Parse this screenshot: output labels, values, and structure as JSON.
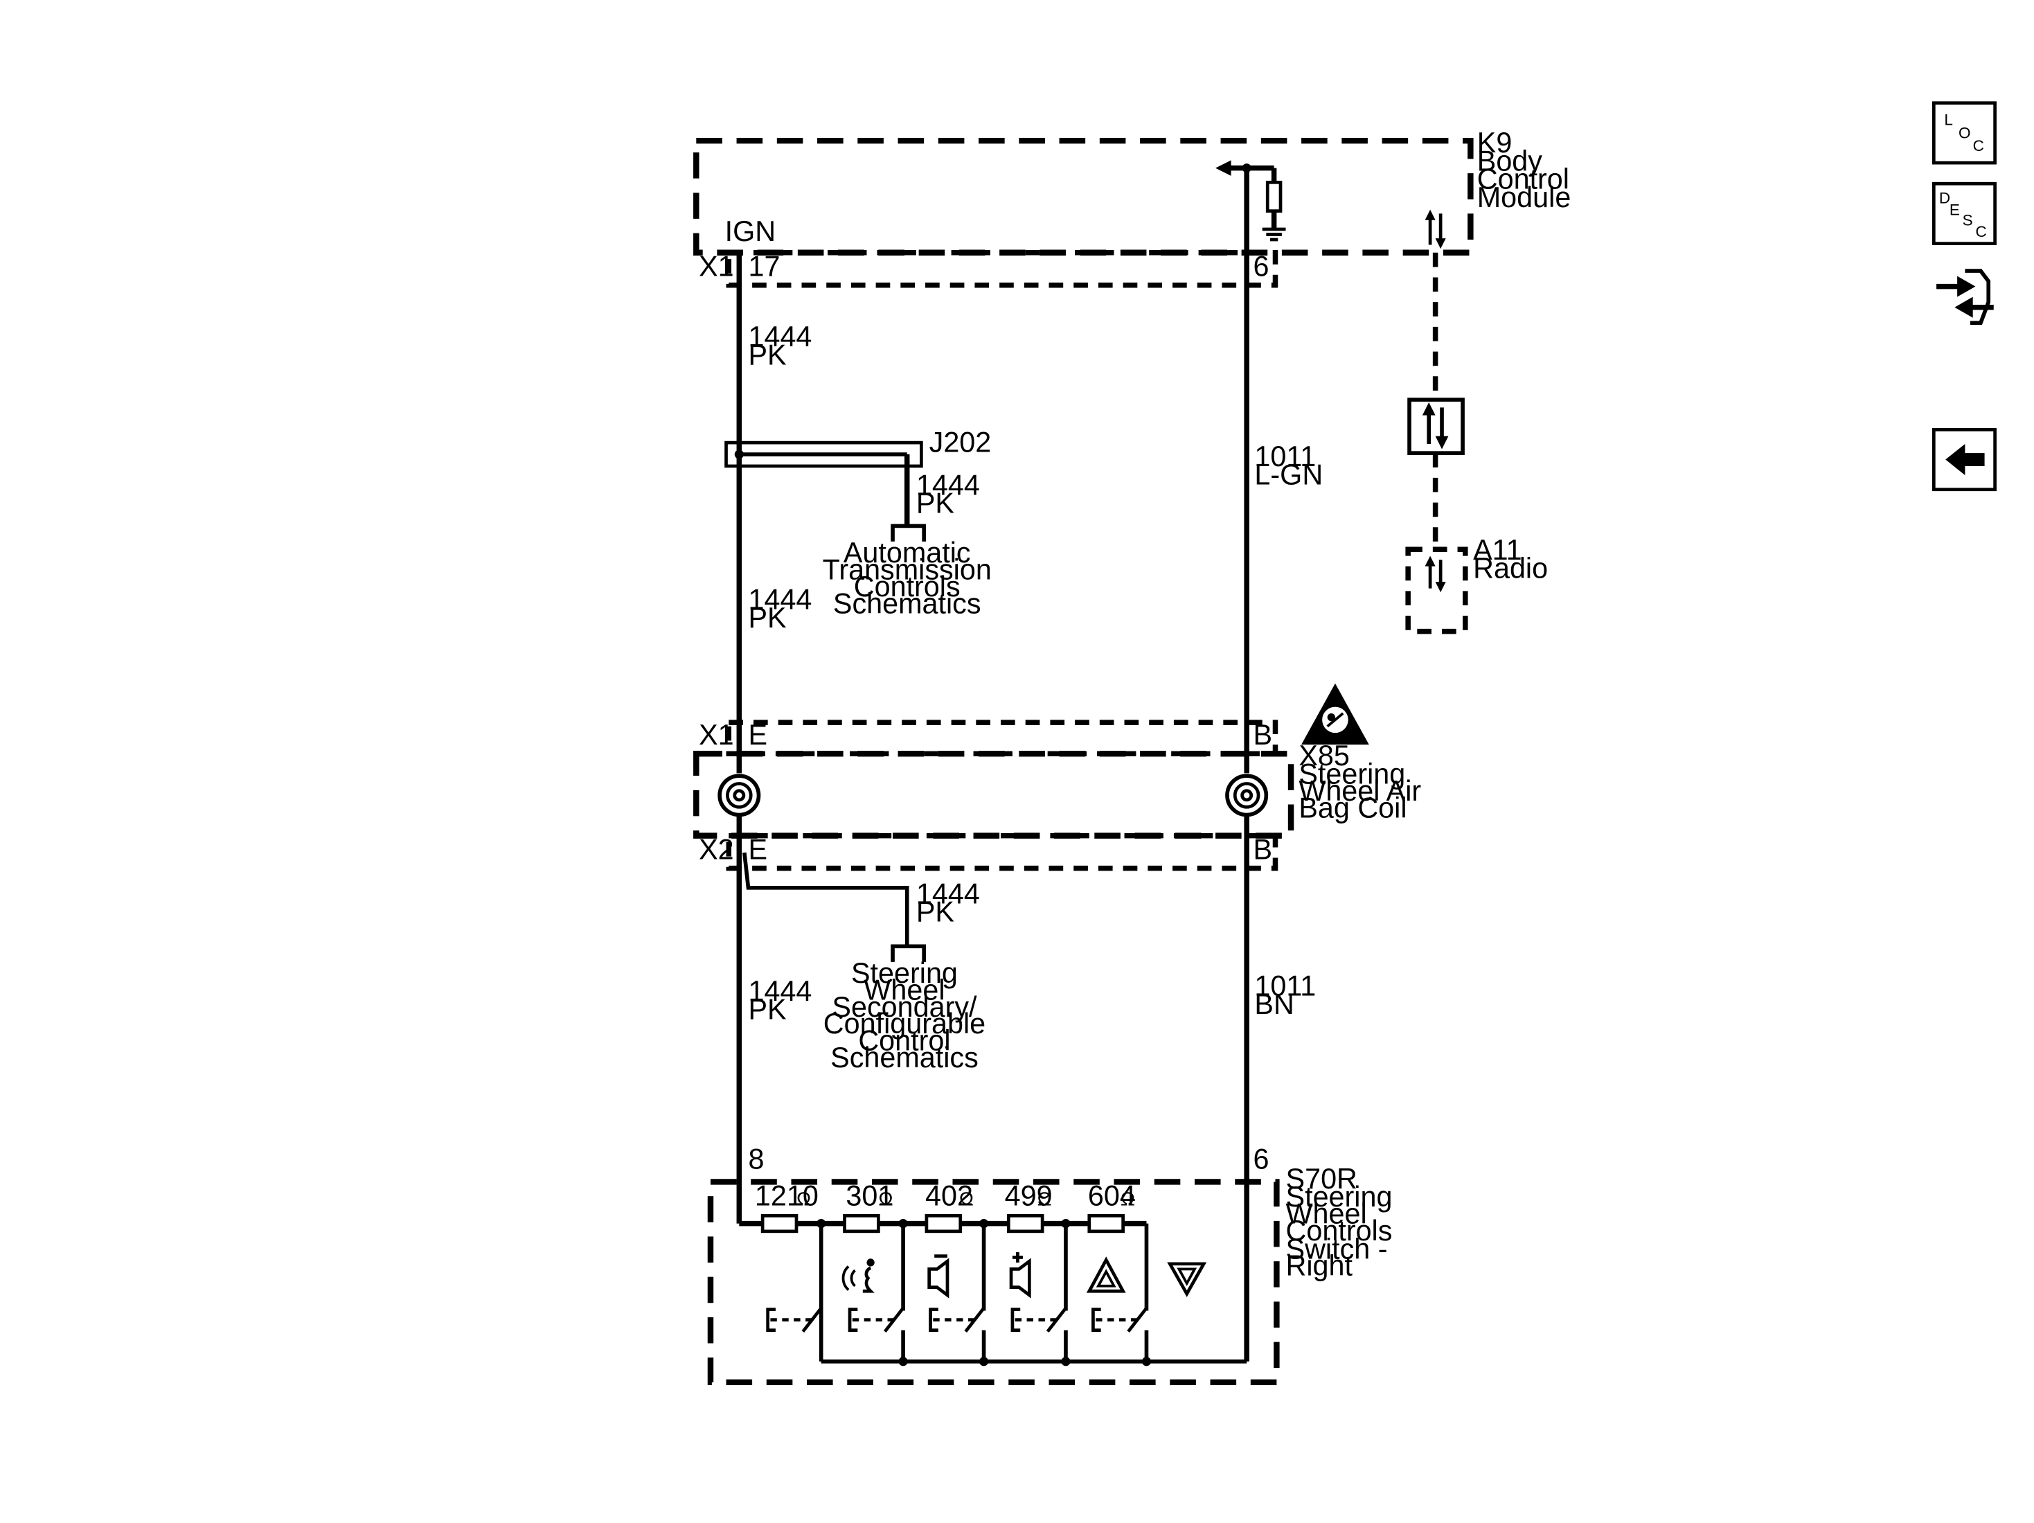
{
  "modules": {
    "k9": {
      "id": "K9",
      "lines": [
        "Body",
        "Control",
        "Module"
      ]
    },
    "a11": {
      "id": "A11",
      "lines": [
        "Radio"
      ]
    },
    "x85": {
      "id": "X85",
      "lines": [
        "Steering",
        "Wheel Air",
        "Bag Coil"
      ]
    },
    "s70r": {
      "id": "S70R",
      "lines": [
        "Steering",
        "Wheel",
        "Controls",
        "Switch -",
        "Right"
      ]
    }
  },
  "connectors": {
    "x1_top": "X1",
    "x1_mid": "X1",
    "x2": "X2",
    "pin_17": "17",
    "pin_6_top": "6",
    "pin_e_upper": "E",
    "pin_b_upper": "B",
    "pin_e_lower": "E",
    "pin_b_lower": "B",
    "pin_8": "8",
    "pin_6_bottom": "6",
    "ign": "IGN",
    "splice": "J202"
  },
  "wires": {
    "w1": {
      "circuit": "1444",
      "color": "PK"
    },
    "w2": {
      "circuit": "1444",
      "color": "PK"
    },
    "w3": {
      "circuit": "1444",
      "color": "PK"
    },
    "w4": {
      "circuit": "1444",
      "color": "PK"
    },
    "w5": {
      "circuit": "1444",
      "color": "PK"
    },
    "w6": {
      "circuit": "1011",
      "color": "L-GN"
    },
    "w7": {
      "circuit": "1011",
      "color": "BN"
    }
  },
  "references": {
    "trans": [
      "Automatic",
      "Transmission",
      "Controls",
      "Schematics"
    ],
    "swc": [
      "Steering",
      "Wheel",
      "Secondary/",
      "Configurable",
      "Control",
      "Schematics"
    ]
  },
  "resistors": [
    "1210",
    "301",
    "402",
    "499",
    "604"
  ],
  "resistor_unit": "Ω",
  "switch_icons": [
    "voice-recognition-icon",
    "volume-down-icon",
    "volume-up-icon",
    "seek-up-icon",
    "seek-down-icon"
  ],
  "nav": {
    "loc": [
      "L",
      "O",
      "C"
    ],
    "desc": [
      "D",
      "E",
      "S",
      "C"
    ]
  }
}
